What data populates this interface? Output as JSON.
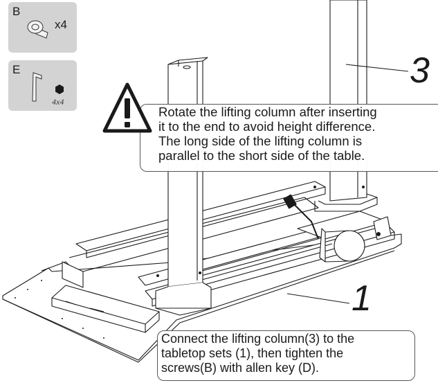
{
  "parts": [
    {
      "letter": "B",
      "quantity": "x4",
      "icon": "flange-screw-icon"
    },
    {
      "letter": "E",
      "size": "4x4",
      "icon": "allen-key-icon"
    }
  ],
  "warning": {
    "icon": "warning-triangle-icon",
    "lines": [
      "Rotate the lifting column after inserting",
      "it to the end to avoid height difference.",
      "The long side of the lifting column is",
      "parallel to the short side of the table."
    ]
  },
  "instruction": {
    "lines": [
      "Connect the lifting column(3) to the",
      "tabletop sets (1), then tighten the",
      "screws(B) with allen key (D)."
    ]
  },
  "callout_numbers": {
    "column": "3",
    "tabletop": "1"
  },
  "colors": {
    "card_gray": "#d3d3d3",
    "line": "#1a1a1a"
  }
}
